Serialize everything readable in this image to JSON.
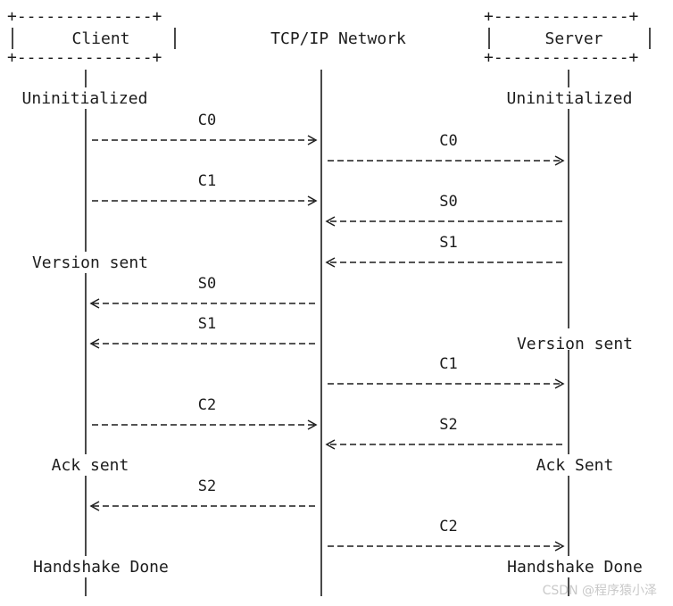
{
  "header": {
    "client_box_label": "Client",
    "network_label": "TCP/IP Network",
    "server_box_label": "Server"
  },
  "client_states": [
    {
      "key": "uninit",
      "label": "Uninitialized"
    },
    {
      "key": "version",
      "label": "Version sent"
    },
    {
      "key": "ack",
      "label": "Ack sent"
    },
    {
      "key": "done",
      "label": "Handshake Done"
    }
  ],
  "server_states": [
    {
      "key": "uninit",
      "label": "Uninitialized"
    },
    {
      "key": "version",
      "label": "Version sent"
    },
    {
      "key": "ack",
      "label": "Ack Sent"
    },
    {
      "key": "done",
      "label": "Handshake Done"
    }
  ],
  "messages": [
    {
      "label": "C0",
      "from": "client",
      "to": "network"
    },
    {
      "label": "C0",
      "from": "network",
      "to": "server"
    },
    {
      "label": "C1",
      "from": "client",
      "to": "network"
    },
    {
      "label": "S0",
      "from": "server",
      "to": "network"
    },
    {
      "label": "S1",
      "from": "server",
      "to": "network"
    },
    {
      "label": "S0",
      "from": "network",
      "to": "client"
    },
    {
      "label": "S1",
      "from": "network",
      "to": "client"
    },
    {
      "label": "C1",
      "from": "network",
      "to": "server"
    },
    {
      "label": "C2",
      "from": "client",
      "to": "network"
    },
    {
      "label": "S2",
      "from": "server",
      "to": "network"
    },
    {
      "label": "S2",
      "from": "network",
      "to": "client"
    },
    {
      "label": "C2",
      "from": "network",
      "to": "server"
    }
  ],
  "watermark": "CSDN @程序猿小泽",
  "colors": {
    "ink": "#1c1c1c",
    "watermark": "#c9c9c9"
  }
}
